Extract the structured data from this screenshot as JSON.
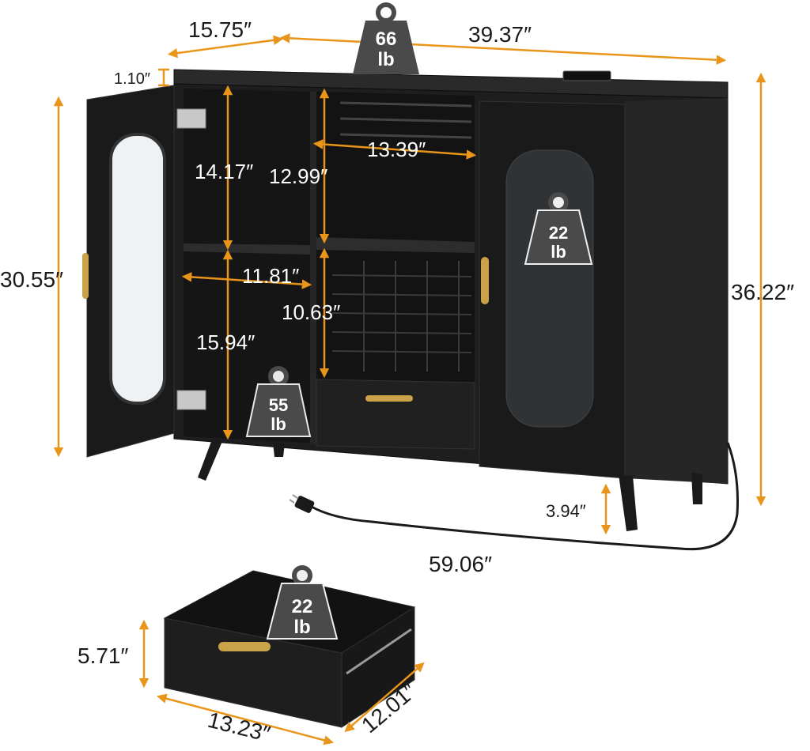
{
  "dimensions": {
    "depth": "15.75″",
    "width": "39.37″",
    "top_thickness": "1.10″",
    "cabinet_height": "30.55″",
    "total_height": "36.22″",
    "left_upper_height": "14.17″",
    "left_lower_height": "15.94″",
    "shelf_width": "11.81″",
    "wine_rack_width": "13.39″",
    "center_upper_height": "12.99″",
    "center_lower_height": "10.63″",
    "leg_height": "3.94″",
    "cord_length": "59.06″",
    "drawer_height": "5.71″",
    "drawer_width": "13.23″",
    "drawer_depth": "12.01″"
  },
  "weights": {
    "top": {
      "value": "66",
      "unit": "lb"
    },
    "left_shelf": {
      "value": "55",
      "unit": "lb"
    },
    "right_shelf": {
      "value": "22",
      "unit": "lb"
    },
    "drawer": {
      "value": "22",
      "unit": "lb"
    }
  },
  "colors": {
    "dimension_line": "#e8951a",
    "cabinet": "#1c1c1c",
    "badge": "#4a4a4a",
    "handle": "#c9a24a"
  },
  "icons": [
    "weight-icon",
    "power-plug-icon",
    "wine-glass-rack-icon",
    "hinge-icon"
  ]
}
